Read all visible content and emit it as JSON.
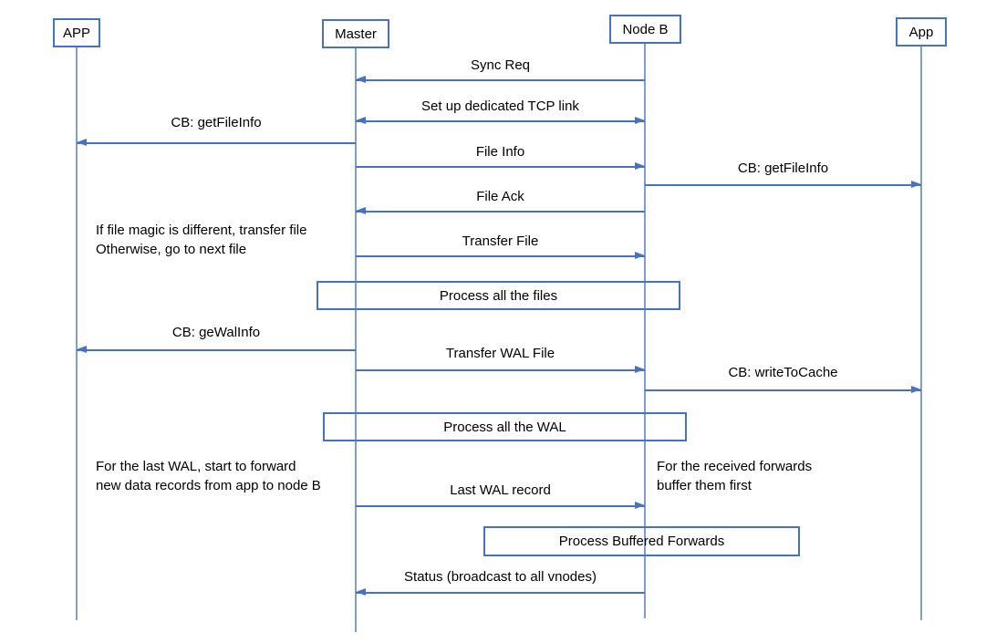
{
  "diagram": {
    "type": "sequence-diagram",
    "colors": {
      "accent": "#4472C4",
      "lifeline": "#7F9ED7",
      "text": "#000000",
      "background": "#FFFFFF"
    },
    "actors": [
      {
        "id": "app-left",
        "label": "APP"
      },
      {
        "id": "master",
        "label": "Master"
      },
      {
        "id": "node-b",
        "label": "Node B"
      },
      {
        "id": "app-right",
        "label": "App"
      }
    ],
    "messages": [
      {
        "label": "Sync Req",
        "from": "node-b",
        "to": "master",
        "arrow": "left"
      },
      {
        "label": "Set up dedicated TCP link",
        "from": "master",
        "to": "node-b",
        "arrow": "both"
      },
      {
        "label": "CB: getFileInfo",
        "from": "master",
        "to": "app-left",
        "arrow": "left"
      },
      {
        "label": "File Info",
        "from": "master",
        "to": "node-b",
        "arrow": "right"
      },
      {
        "label": "CB: getFileInfo",
        "from": "node-b",
        "to": "app-right",
        "arrow": "right"
      },
      {
        "label": "File Ack",
        "from": "node-b",
        "to": "master",
        "arrow": "left"
      },
      {
        "label": "Transfer File",
        "from": "master",
        "to": "node-b",
        "arrow": "right"
      },
      {
        "label": "CB: geWalInfo",
        "from": "master",
        "to": "app-left",
        "arrow": "left"
      },
      {
        "label": "Transfer WAL File",
        "from": "master",
        "to": "node-b",
        "arrow": "right"
      },
      {
        "label": "CB: writeToCache",
        "from": "node-b",
        "to": "app-right",
        "arrow": "right"
      },
      {
        "label": "Last WAL record",
        "from": "master",
        "to": "node-b",
        "arrow": "right"
      },
      {
        "label": "Status (broadcast to all vnodes)",
        "from": "node-b",
        "to": "master",
        "arrow": "left"
      }
    ],
    "process_boxes": [
      {
        "label": "Process all the files"
      },
      {
        "label": "Process all the WAL"
      },
      {
        "label": "Process Buffered Forwards"
      }
    ],
    "annotations": [
      {
        "lines": [
          "If file magic is different, transfer file",
          "Otherwise, go to next file"
        ]
      },
      {
        "lines": [
          "For the last WAL, start to forward",
          "new data records from app to node B"
        ]
      },
      {
        "lines": [
          "For the received forwards",
          "buffer them first"
        ]
      }
    ]
  }
}
